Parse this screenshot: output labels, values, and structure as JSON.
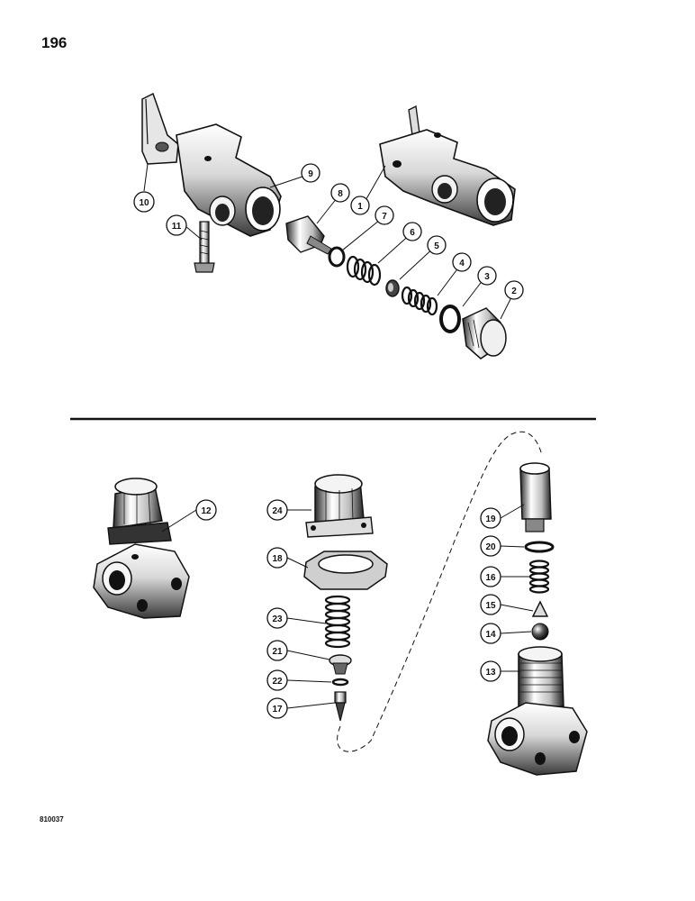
{
  "page_number": "196",
  "figure_code": "810037",
  "callouts": [
    "1",
    "2",
    "3",
    "4",
    "5",
    "6",
    "7",
    "8",
    "9",
    "10",
    "11",
    "12",
    "13",
    "14",
    "15",
    "16",
    "17",
    "18",
    "19",
    "20",
    "21",
    "22",
    "23",
    "24"
  ]
}
